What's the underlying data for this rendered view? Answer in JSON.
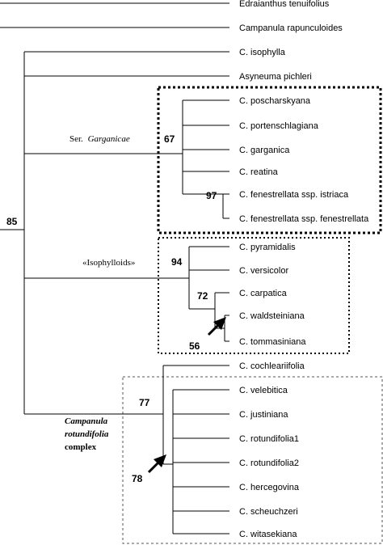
{
  "taxa": [
    "Edraianthus tenuifolius",
    "Campanula rapunculoides",
    "C. isophylla",
    "Asyneuma pichleri",
    "C. poscharskyana",
    "C. portenschlagiana",
    "C. garganica",
    "C. reatina",
    "C. fenestrellata ssp. istriaca",
    "C. fenestrellata ssp. fenestrellata",
    "C. pyramidalis",
    "C. versicolor",
    "C. carpatica",
    "C. waldsteiniana",
    "C. tommasiniana",
    "C. cochleariifolia",
    "C. velebitica",
    "C. justiniana",
    "C. rotundifolia1",
    "C. rotundifolia2",
    "C. hercegovina",
    "C. scheuchzeri",
    "C. witasekiana"
  ],
  "support_values": {
    "root": "85",
    "garganicae": "67",
    "fenestrellata": "97",
    "isophylloids": "94",
    "carpatica": "72",
    "waldsteiniana": "56",
    "rotundifolia_top": "77",
    "rotundifolia_inner": "78"
  },
  "groups": {
    "garganicae_prefix": "Ser.",
    "garganicae_name": "Garganicae",
    "isophylloids": "«Isophylloids»",
    "rotundifolia_line1": "Campanula",
    "rotundifolia_line2": "rotundifolia",
    "rotundifolia_line3": "complex"
  },
  "colors": {
    "line": "#000000",
    "background": "#ffffff"
  }
}
